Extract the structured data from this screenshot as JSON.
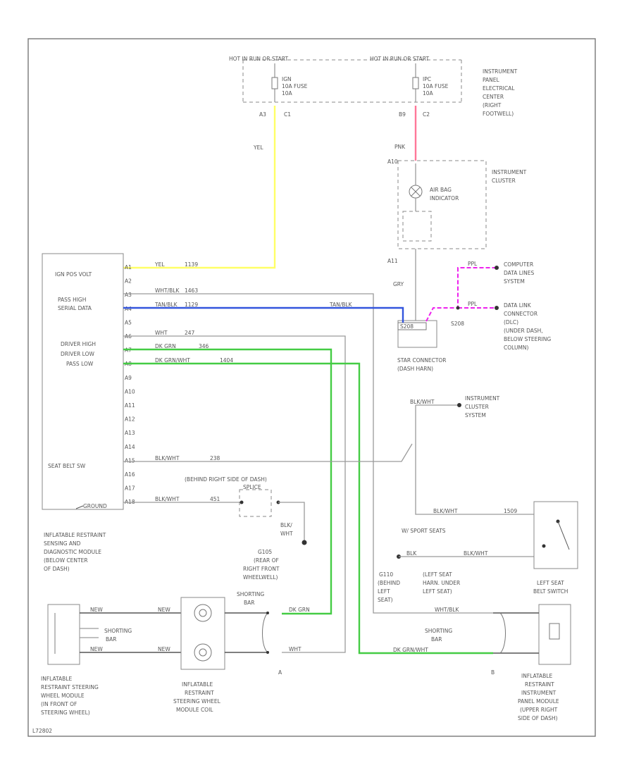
{
  "title": "",
  "header": {
    "hot_left": "HOT IN RUN OR START",
    "hot_right": "HOT IN RUN OR START",
    "fuse_left": [
      "IGN",
      "10A FUSE",
      "10A"
    ],
    "fuse_right": [
      "IPC",
      "10A FUSE",
      "10A"
    ],
    "ipec": [
      "INSTRUMENT",
      "PANEL",
      "ELECTRICAL",
      "CENTER",
      "(RIGHT",
      "FOOTWELL)"
    ]
  },
  "connectors": {
    "c1": "C1",
    "c2": "C2",
    "left_pin": "A3",
    "right_pin": "B9",
    "cluster_pin": "A10",
    "cluster_pin2": "A11"
  },
  "wires": {
    "yel": "YEL",
    "pnk": "PNK",
    "gry": "GRY",
    "sdm_a1": "YEL",
    "sdm_a1_circ": "1139",
    "sdm_a3": "WHT/BLK",
    "sdm_a3_circ": "1463",
    "sdm_a4": "TAN/BLK",
    "sdm_a4_circ": "1129",
    "sdm_a4_end": "TAN/BLK",
    "sdm_a6": "WHT",
    "sdm_a6_circ": "247",
    "sdm_a7": "DK GRN",
    "sdm_a7_circ": "346",
    "sdm_a8": "DK GRN/WHT",
    "sdm_a8_circ": "1404",
    "sdm_a16": "BLK/WHT",
    "sdm_a16_circ": "238",
    "sdm_a18": "BLK/WHT",
    "sdm_a18_circ": "451",
    "data_purple": "PPL",
    "data_purple2": "PPL",
    "cluster_blk": "BLK/WHT",
    "seat_blk": "BLK/WHT",
    "seat_blk_circ": "1509",
    "blk_1509": "BLK",
    "blk_1509b": "BLK/WHT",
    "seat_wht": "WHT/BLK",
    "seat_dkgrn": "DK GRN/WHT",
    "shorting_dkgrn": "DK GRN",
    "shorting_wht": "WHT",
    "steer_a": "NEW",
    "steer_b": "NEW",
    "coil_a": "NEW",
    "coil_b": "NEW"
  },
  "sdm": {
    "pins": [
      "A1",
      "A2",
      "A3",
      "A4",
      "A5",
      "A6",
      "A7",
      "A8",
      "A9",
      "A10",
      "A11",
      "A12",
      "A13",
      "A14",
      "A15",
      "A16",
      "A17",
      "A18"
    ],
    "labels": [
      "IGN POS VOLT",
      "PASS HIGH",
      "SERIAL DATA",
      "DRIVER HIGH",
      "DRIVER LOW",
      "PASS LOW",
      "SEAT BELT SW"
    ],
    "ground_label": "GROUND",
    "caption": [
      "INFLATABLE RESTRAINT",
      "SENSING AND",
      "DIAGNOSTIC MODULE",
      "(BELOW CENTER",
      "OF DASH)"
    ]
  },
  "cluster": {
    "label": [
      "INSTRUMENT",
      "CLUSTER"
    ],
    "indicator": [
      "AIR BAG",
      "INDICATOR"
    ]
  },
  "star": {
    "label": [
      "STAR CONNECTOR",
      "(DASH HARN)"
    ],
    "splice": "S208"
  },
  "computer": [
    "COMPUTER",
    "DATA LINES",
    "SYSTEM"
  ],
  "dlc": [
    "DATA LINK",
    "CONNECTOR",
    "(DLC)",
    "(UNDER DASH,",
    "BELOW STEERING",
    "COLUMN)"
  ],
  "cluster_system": [
    "INSTRUMENT",
    "CLUSTER",
    "SYSTEM"
  ],
  "behind": "(BEHIND RIGHT SIDE OF DASH)",
  "splice_label": "SPLICE",
  "blk_wht_label": [
    "BLK/",
    "WHT"
  ],
  "g105": [
    "G105",
    "(REAR OF",
    "RIGHT FRONT",
    "WHEELWELL)"
  ],
  "power_seats": "W/ SPORT SEATS",
  "left_seat_area": [
    "(LEFT SEAT",
    "HARN. UNDER",
    "LEFT SEAT)"
  ],
  "g110": [
    "G110",
    "(BEHIND",
    "LEFT",
    "SEAT)"
  ],
  "belt_switch": [
    "LEFT SEAT",
    "BELT SWITCH"
  ],
  "shorting_bar": [
    "SHORTING",
    "BAR"
  ],
  "steer_module": [
    "INFLATABLE",
    "RESTRAINT STEERING",
    "WHEEL MODULE",
    "(IN FRONT OF",
    "STEERING WHEEL)"
  ],
  "coil": [
    "INFLATABLE",
    "RESTRAINT",
    "STEERING WHEEL",
    "MODULE COIL"
  ],
  "ip_module": [
    "INFLATABLE",
    "RESTRAINT",
    "INSTRUMENT",
    "PANEL MODULE",
    "(UPPER RIGHT",
    "SIDE OF DASH)"
  ],
  "letter_a": "A",
  "letter_b": "B",
  "footer_code": "L72802",
  "colors": {
    "yellow": "#ffff66",
    "pink": "#ff7799",
    "blue": "#3355dd",
    "green": "#44cc44",
    "purple": "#ee22ee",
    "wire_gray": "#9a9a9a"
  }
}
